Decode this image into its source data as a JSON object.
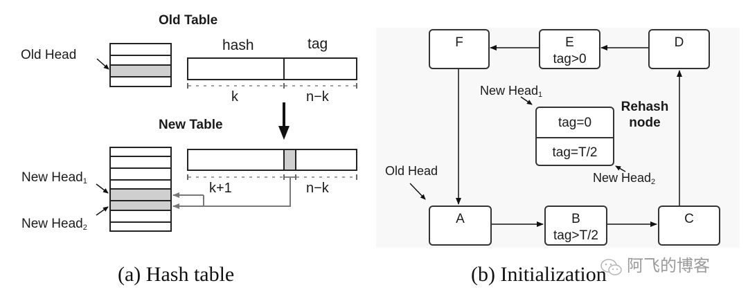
{
  "panel_a": {
    "old_table_title": "Old Table",
    "new_table_title": "New Table",
    "hash_label": "hash",
    "tag_label": "tag",
    "old_head_label": "Old Head",
    "old_dim_left": "k",
    "old_dim_right": "n−k",
    "new_dim_left": "k+1",
    "new_dim_right": "n−k",
    "new_head1": {
      "text": "New Head",
      "sub": "1"
    },
    "new_head2": {
      "text": "New Head",
      "sub": "2"
    },
    "old_table_rows": 4,
    "old_table_highlighted_row": 3,
    "new_table_rows": 8,
    "new_table_highlighted_rows": [
      5,
      6
    ],
    "caption": "(a)  Hash table"
  },
  "panel_b": {
    "nodes": {
      "F": {
        "id": "F",
        "tag": ""
      },
      "E": {
        "id": "E",
        "tag": "tag>0"
      },
      "D": {
        "id": "D",
        "tag": ""
      },
      "A": {
        "id": "A",
        "tag": ""
      },
      "B": {
        "id": "B",
        "tag": "tag>T/2"
      },
      "C": {
        "id": "C",
        "tag": ""
      }
    },
    "edges": [
      [
        "A",
        "B"
      ],
      [
        "B",
        "C"
      ],
      [
        "C",
        "D"
      ],
      [
        "D",
        "E"
      ],
      [
        "E",
        "F"
      ],
      [
        "F",
        "A"
      ]
    ],
    "rehash_node": {
      "title_line1": "Rehash",
      "title_line2": "node",
      "top": "tag=0",
      "bottom": "tag=T/2"
    },
    "new_head1": {
      "text": "New Head",
      "sub": "1"
    },
    "new_head2": {
      "text": "New Head",
      "sub": "2"
    },
    "old_head_label": "Old Head",
    "caption": "(b)  Initialization"
  },
  "watermark": {
    "icon": "wechat-icon",
    "text": "阿飞的博客"
  }
}
